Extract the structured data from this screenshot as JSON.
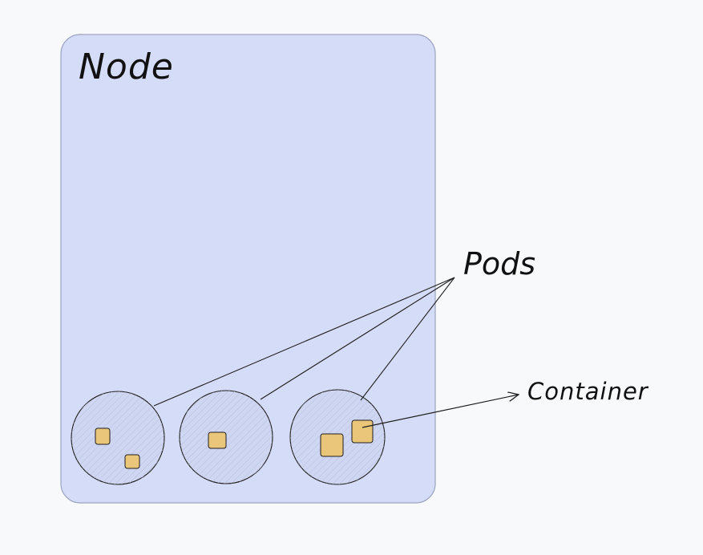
{
  "node": {
    "title": "Node"
  },
  "pods": {
    "label": "Pods",
    "count": 3
  },
  "container": {
    "label": "Container"
  },
  "colors": {
    "background": "#f8f9fb",
    "node_fill": "#d5dcf7",
    "pod_fill": "#cfd6f1",
    "container_fill": "#e9c67a",
    "stroke": "#1e1e1e"
  }
}
